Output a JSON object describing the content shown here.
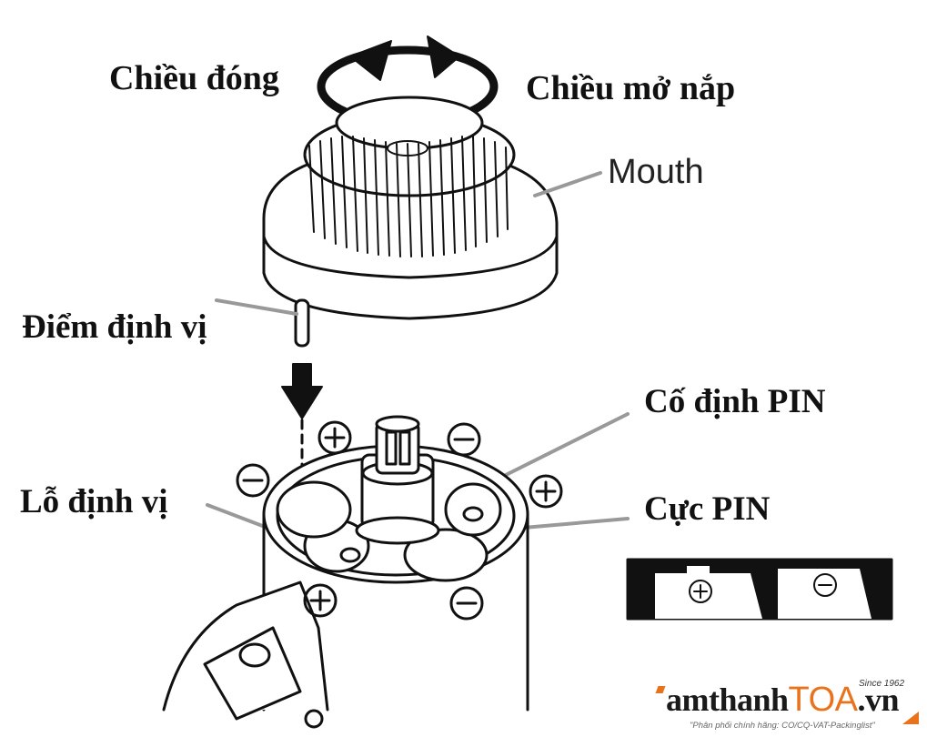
{
  "labels": {
    "close_direction": "Chiều đóng",
    "open_direction": "Chiều mở nắp",
    "mouth": "Mouth",
    "positioning_point": "Điểm định vị",
    "battery_holder": "Cố định PIN",
    "positioning_hole": "Lỗ định vị",
    "battery_terminal": "Cực PIN"
  },
  "brand": {
    "name_part1": "amthanh",
    "name_part2": "TOA",
    "name_part3": ".vn",
    "since": "Since 1962",
    "slogan": "\"Phân phối chính hãng: CO/CQ-VAT-Packinglist\"",
    "accent_color": "#e8731c"
  }
}
